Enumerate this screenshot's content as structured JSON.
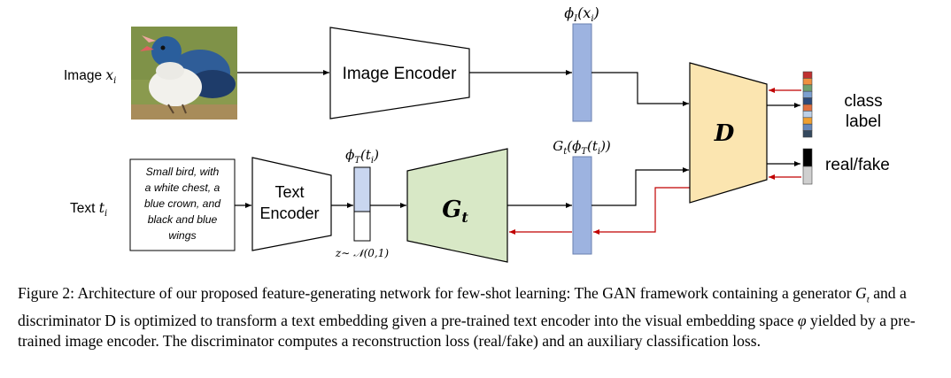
{
  "labels": {
    "image_input": "Image",
    "image_input_sub": "x",
    "image_input_idx": "i",
    "text_input": "Text",
    "text_input_sub": "t",
    "text_input_idx": "i",
    "text_sample_lines": [
      "Small bird, with",
      "a white chest, a",
      "blue crown, and",
      "black and blue",
      "wings"
    ],
    "image_encoder": "Image Encoder",
    "text_encoder_line1": "Text",
    "text_encoder_line2": "Encoder",
    "generator": "G",
    "generator_sub": "t",
    "discriminator": "D",
    "phi_i": "ϕ",
    "phi_i_sub": "I",
    "phi_i_arg": "(x",
    "phi_i_arg_sub": "i",
    "phi_i_close": ")",
    "phi_t": "ϕ",
    "phi_t_sub": "T",
    "phi_t_arg": "(t",
    "phi_t_arg_sub": "i",
    "phi_t_close": ")",
    "gen_feat": "G",
    "gen_feat_sub": "t",
    "gen_feat_mid": "(ϕ",
    "gen_feat_mid_sub": "T",
    "gen_feat_arg": "(t",
    "gen_feat_arg_sub": "i",
    "gen_feat_close": "))",
    "noise": "z∼ 𝒩(0,1)",
    "class_label_line1": "class",
    "class_label_line2": "label",
    "real_fake": "real/fake"
  },
  "caption": {
    "fig": "Figure 2:",
    "part1": "Architecture of our proposed feature-generating network for few-shot learning: The GAN framework containing a generator",
    "gt": "G",
    "gt_sub": "t",
    "part2": "and a discriminator D is optimized to transform a text embedding given a pre-trained text encoder into the visual embedding space",
    "varphi": "φ",
    "part3": "yielded by a pre-trained image encoder. The discriminator computes a reconstruction loss (real/fake) and an auxiliary classification loss."
  },
  "colors": {
    "feature_bar": "#9db3e0",
    "text_feature_top": "#c9d6ef",
    "generator_fill": "#d8e8c6",
    "discriminator_fill": "#fbe5b0",
    "loss_arrow": "#c00000",
    "class_stack": [
      "#c03030",
      "#f09040",
      "#70a070",
      "#7da0d0",
      "#2e4a7a",
      "#e07040",
      "#bcd0e8",
      "#f0a030",
      "#6688bb",
      "#34495e"
    ],
    "real_fake_stack": [
      "#000000",
      "#cfcfcf"
    ]
  }
}
